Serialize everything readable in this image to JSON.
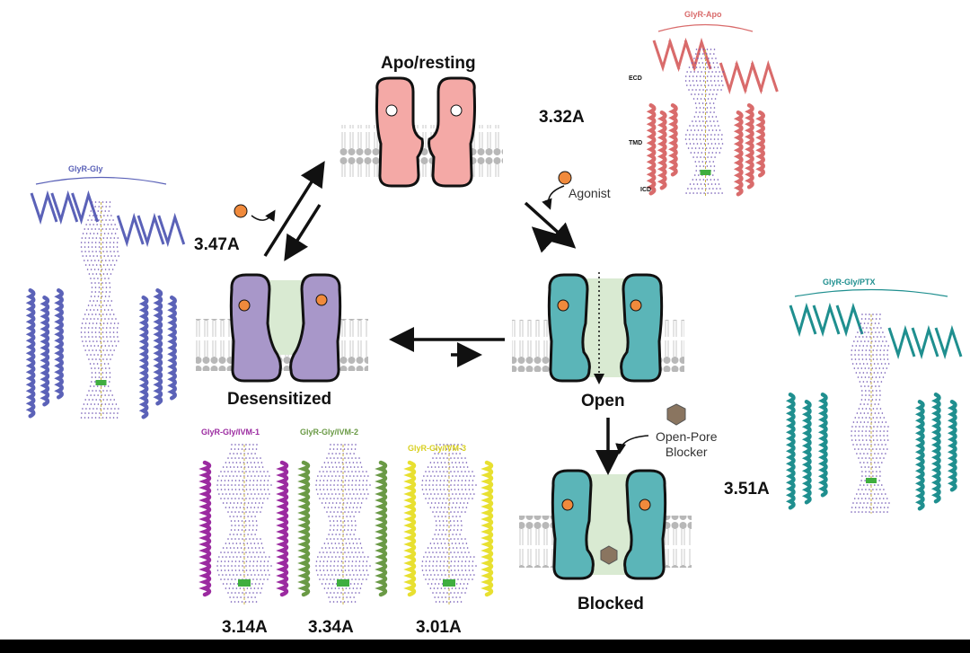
{
  "states": {
    "apo": "Apo/resting",
    "open": "Open",
    "desensitized": "Desensitized",
    "blocked": "Blocked"
  },
  "ligands": {
    "agonist": "Agonist",
    "blocker": "Open-Pore\nBlocker"
  },
  "structures": {
    "apo": {
      "title": "GlyR-Apo",
      "resolution": "3.32A",
      "labels": [
        "ECD",
        "TMD",
        "ICD"
      ]
    },
    "gly": {
      "title": "GlyR-Gly",
      "resolution": "3.47A"
    },
    "ptx": {
      "title": "GlyR-Gly/PTX",
      "resolution": "3.51A"
    },
    "ivm1": {
      "title": "GlyR-Gly/IVM-1",
      "resolution": "3.14A"
    },
    "ivm2": {
      "title": "GlyR-Gly/IVM-2",
      "resolution": "3.34A"
    },
    "ivm3": {
      "title": "GlyR-Gly/IVM-3",
      "resolution": "3.01A"
    }
  },
  "colors": {
    "apo_fill": "#f4a9a6",
    "open_fill": "#5bb5b8",
    "desensitized_fill": "#a897c9",
    "pore_green": "#d9ead2",
    "ligand": "#f08a3c",
    "blocker": "#8a7560",
    "gly_protein": "#5b62b8",
    "apo_protein": "#d96b6b",
    "ptx_protein": "#1f8f8f",
    "ivm1_helix": "#9b2aa0",
    "ivm2_helix": "#6a9a45",
    "ivm3_helix": "#e8e030",
    "pore_dots": "#6a4fb0"
  }
}
